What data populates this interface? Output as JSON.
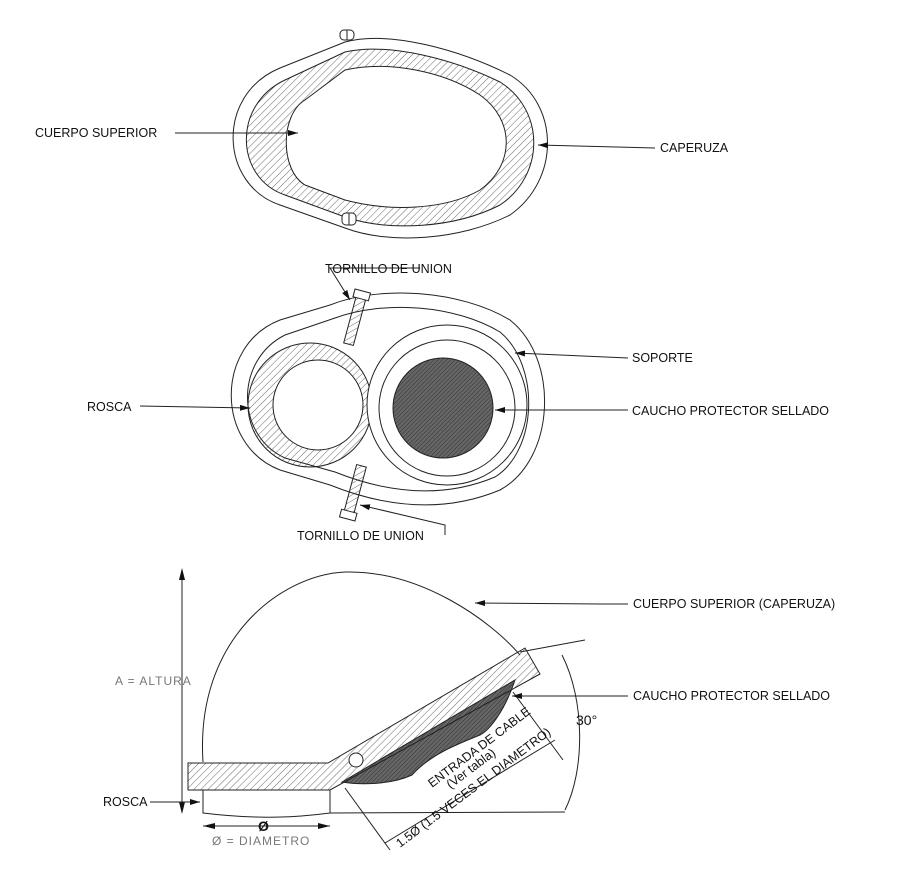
{
  "top_view": {
    "cuerpo_superior": "CUERPO SUPERIOR",
    "caperuza": "CAPERUZA"
  },
  "middle_view": {
    "tornillo_top": "TORNILLO DE UNION",
    "tornillo_bottom": "TORNILLO DE UNION",
    "soporte": "SOPORTE",
    "rosca": "ROSCA",
    "caucho": "CAUCHO PROTECTOR SELLADO"
  },
  "side_view": {
    "cuerpo_superior": "CUERPO SUPERIOR (CAPERUZA)",
    "caucho": "CAUCHO PROTECTOR SELLADO",
    "altura": "A  =  ALTURA",
    "angle": "30°",
    "entrada": "ENTRADA DE CABLE",
    "ver_tabla": "(Ver tabla)",
    "longitud": "1.5Ø (1.5 VECES EL DIAMETRO)",
    "rosca": "ROSCA",
    "diam_symbol": "Ø",
    "diametro": "Ø  =  DIAMETRO"
  }
}
